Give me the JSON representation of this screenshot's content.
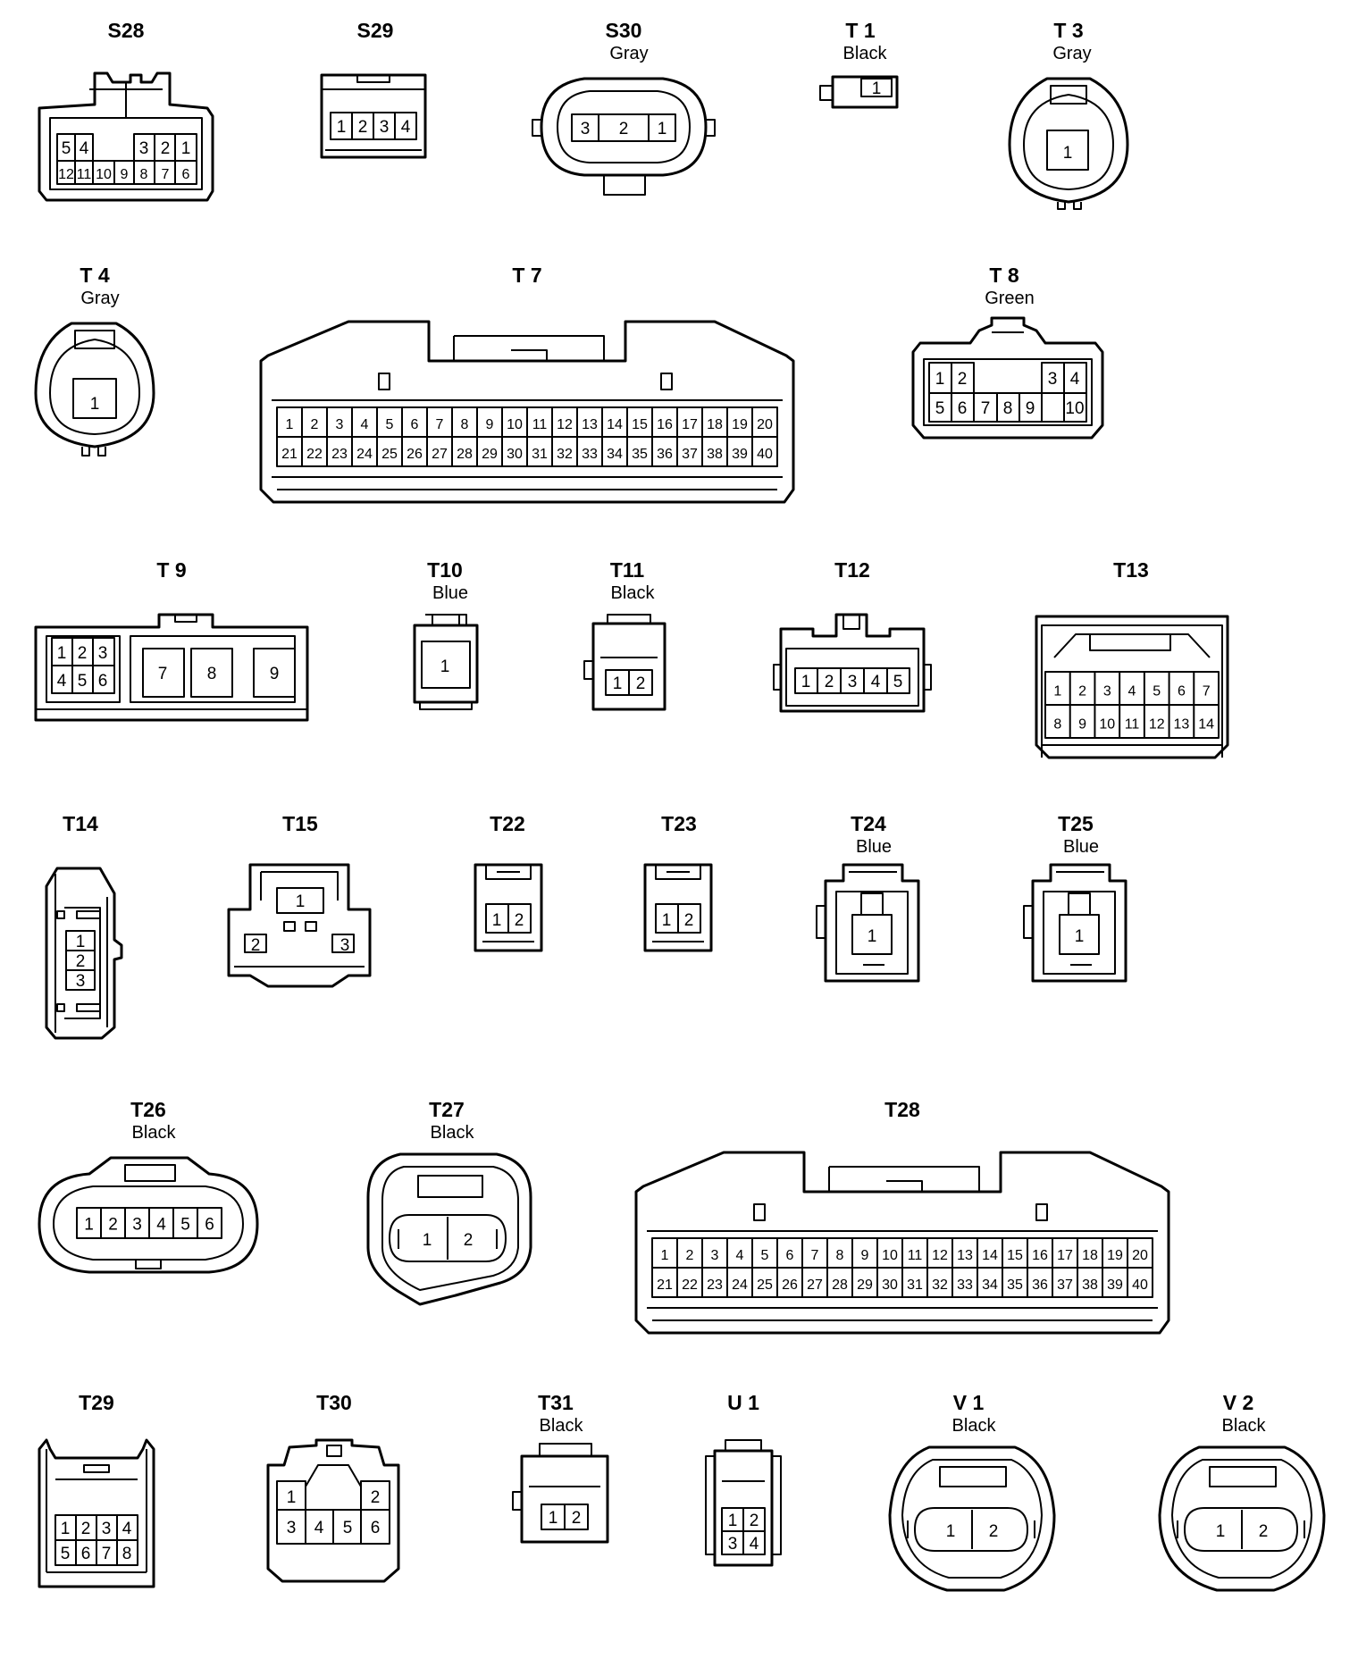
{
  "connectors": [
    {
      "id": "S28",
      "color": ""
    },
    {
      "id": "S29",
      "color": ""
    },
    {
      "id": "S30",
      "color": "Gray"
    },
    {
      "id": "T 1",
      "color": "Black"
    },
    {
      "id": "T 3",
      "color": "Gray"
    },
    {
      "id": "T 4",
      "color": "Gray"
    },
    {
      "id": "T 7",
      "color": ""
    },
    {
      "id": "T 8",
      "color": "Green"
    },
    {
      "id": "T 9",
      "color": ""
    },
    {
      "id": "T10",
      "color": "Blue"
    },
    {
      "id": "T11",
      "color": "Black"
    },
    {
      "id": "T12",
      "color": ""
    },
    {
      "id": "T13",
      "color": ""
    },
    {
      "id": "T14",
      "color": ""
    },
    {
      "id": "T15",
      "color": ""
    },
    {
      "id": "T22",
      "color": ""
    },
    {
      "id": "T23",
      "color": ""
    },
    {
      "id": "T24",
      "color": "Blue"
    },
    {
      "id": "T25",
      "color": "Blue"
    },
    {
      "id": "T26",
      "color": "Black"
    },
    {
      "id": "T27",
      "color": "Black"
    },
    {
      "id": "T28",
      "color": ""
    },
    {
      "id": "T29",
      "color": ""
    },
    {
      "id": "T30",
      "color": ""
    },
    {
      "id": "T31",
      "color": "Black"
    },
    {
      "id": "U 1",
      "color": ""
    },
    {
      "id": "V 1",
      "color": "Black"
    },
    {
      "id": "V 2",
      "color": "Black"
    }
  ]
}
